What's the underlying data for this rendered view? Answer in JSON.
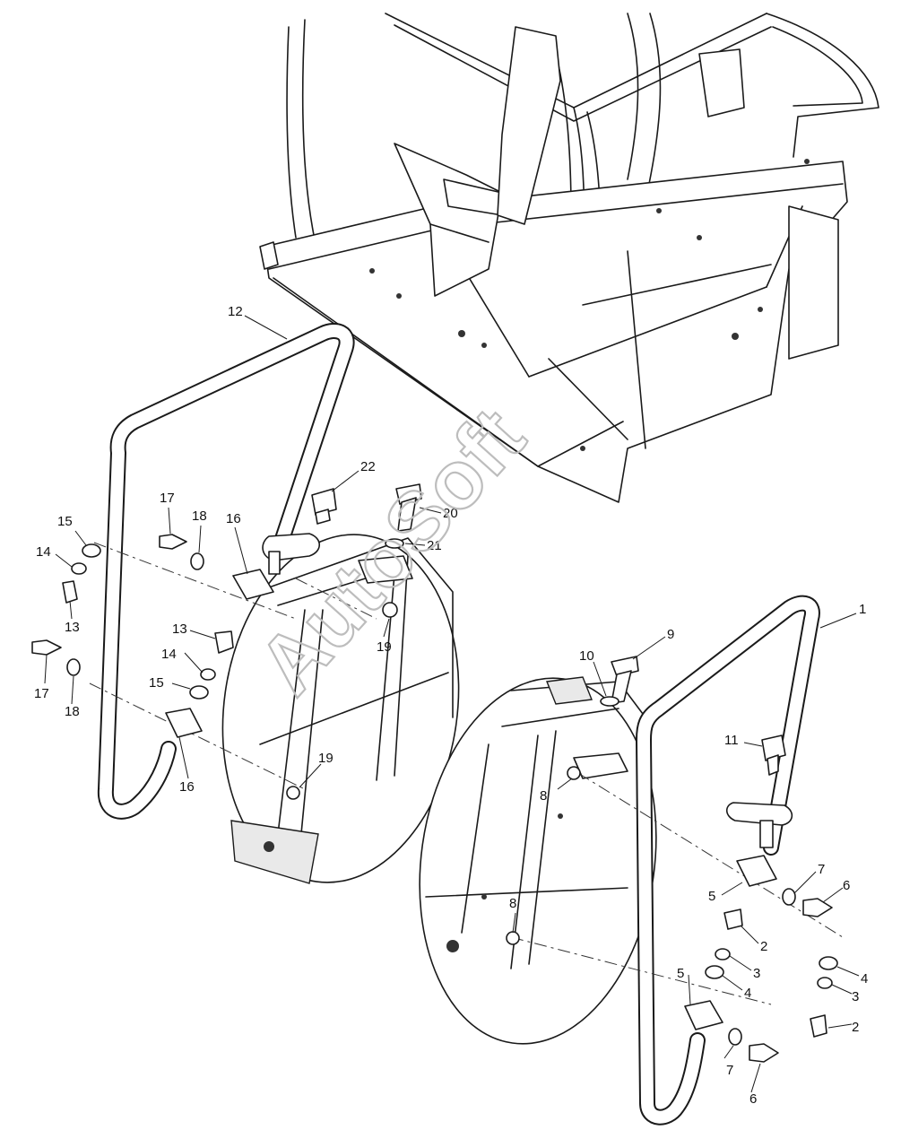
{
  "watermark": "AutoSoft",
  "callouts": {
    "c1": "1",
    "c2a": "2",
    "c2b": "2",
    "c3a": "3",
    "c3b": "3",
    "c4a": "4",
    "c4b": "4",
    "c5a": "5",
    "c5b": "5",
    "c6a": "6",
    "c6b": "6",
    "c7a": "7",
    "c7b": "7",
    "c8a": "8",
    "c8b": "8",
    "c9": "9",
    "c10": "10",
    "c11": "11",
    "c12": "12",
    "c13a": "13",
    "c13b": "13",
    "c14a": "14",
    "c14b": "14",
    "c15a": "15",
    "c15b": "15",
    "c16a": "16",
    "c16b": "16",
    "c17a": "17",
    "c17b": "17",
    "c18a": "18",
    "c18b": "18",
    "c19a": "19",
    "c19b": "19",
    "c20": "20",
    "c21": "21",
    "c22": "22"
  }
}
